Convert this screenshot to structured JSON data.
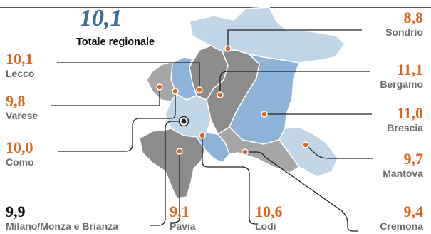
{
  "total": {
    "value": "10,1",
    "label": "Totale regionale"
  },
  "colors": {
    "accent": "#d9661f",
    "total_value": "#3f6c94",
    "black_value": "#111111",
    "name": "#6b6b6b",
    "dark": "#8c8c8c",
    "mid": "#8db3d8",
    "light": "#c0d5e6",
    "pale": "#dbe4ec",
    "grey": "#a6a6a6",
    "border": "#ffffff",
    "leader": "#222222"
  },
  "provinces": [
    {
      "name": "Sondrio",
      "value": "8,8",
      "shade": "light"
    },
    {
      "name": "Lecco",
      "value": "10,1",
      "shade": "dark"
    },
    {
      "name": "Bergamo",
      "value": "11,1",
      "shade": "dark"
    },
    {
      "name": "Varese",
      "value": "9,8",
      "shade": "grey"
    },
    {
      "name": "Brescia",
      "value": "11,0",
      "shade": "mid"
    },
    {
      "name": "Como",
      "value": "10,0",
      "shade": "mid"
    },
    {
      "name": "Mantova",
      "value": "9,7",
      "shade": "light"
    },
    {
      "name": "Milano/Monza e Brianza",
      "value": "9,9",
      "shade": "light"
    },
    {
      "name": "Pavia",
      "value": "9,1",
      "shade": "dark"
    },
    {
      "name": "Lodi",
      "value": "10,6",
      "shade": "mid"
    },
    {
      "name": "Cremona",
      "value": "9,4",
      "shade": "grey"
    }
  ]
}
